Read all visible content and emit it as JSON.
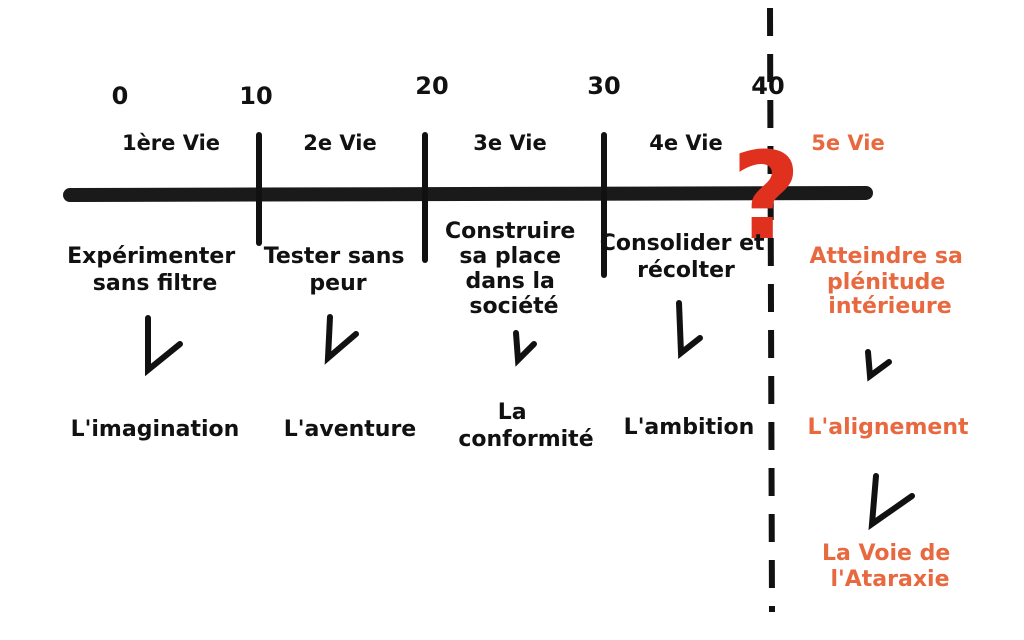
{
  "ticks": [
    "0",
    "10",
    "20",
    "30",
    "40"
  ],
  "periods": [
    {
      "label": "1ère Vie",
      "description": [
        "Expérimenter",
        "sans filtre"
      ],
      "outcome": [
        "L'imagination"
      ],
      "highlight": false
    },
    {
      "label": "2e Vie",
      "description": [
        "Tester sans",
        "peur"
      ],
      "outcome": [
        "L'aventure"
      ],
      "highlight": false
    },
    {
      "label": "3e Vie",
      "description": [
        "Construire",
        "sa place",
        "dans la",
        "société"
      ],
      "outcome": [
        "La",
        "conformité"
      ],
      "highlight": false
    },
    {
      "label": "4e Vie",
      "description": [
        "Consolider et",
        "récolter"
      ],
      "outcome": [
        "L'ambition"
      ],
      "highlight": false
    },
    {
      "label": "5e Vie",
      "description": [
        "Atteindre sa",
        "plénitude",
        "intérieure"
      ],
      "outcome": [
        "L'alignement"
      ],
      "final": [
        "La Voie de",
        "l'Ataraxie"
      ],
      "highlight": true
    }
  ],
  "question_mark": "?",
  "colors": {
    "ink": "#111111",
    "accent": "#e8693f",
    "question": "#e0301e"
  }
}
